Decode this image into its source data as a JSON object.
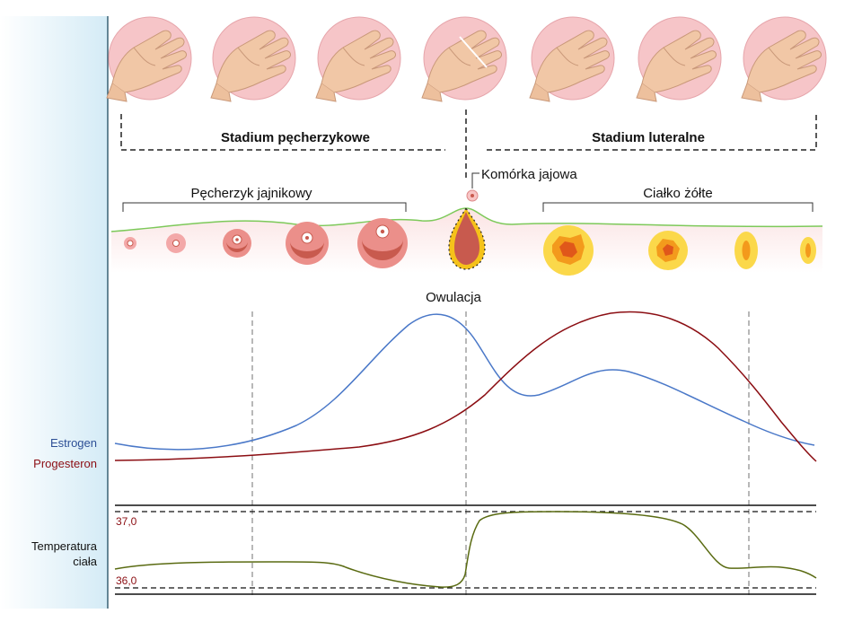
{
  "phases": {
    "follicular": "Stadium pęcherzykowe",
    "luteal": "Stadium luteralne"
  },
  "ovary": {
    "follicle_label": "Pęcherzyk jajnikowy",
    "egg_label": "Komórka jajowa",
    "corpus_luteum_label": "Ciałko żółte"
  },
  "ovulation_label": "Owulacja",
  "hormones": {
    "estrogen": "Estrogen",
    "progesterone": "Progesteron"
  },
  "temperature": {
    "label_line1": "Temperatura",
    "label_line2": "ciała",
    "high": "37,0",
    "low": "36,0"
  },
  "colors": {
    "left_band": "#dff0f8",
    "estrogen": "#4a78c8",
    "estrogen_label": "#2d4f96",
    "progesterone": "#8b0d12",
    "temperature": "#5a6b12",
    "hand_circle": "#f6c5c8",
    "ovary_surface": "#f7d7d7",
    "ovary_edge": "#7dc95a",
    "follicle": "#c85a4e",
    "corpus_luteum": "#f5c21a"
  },
  "icons": [
    "hand-cervical-mucus-icon"
  ]
}
